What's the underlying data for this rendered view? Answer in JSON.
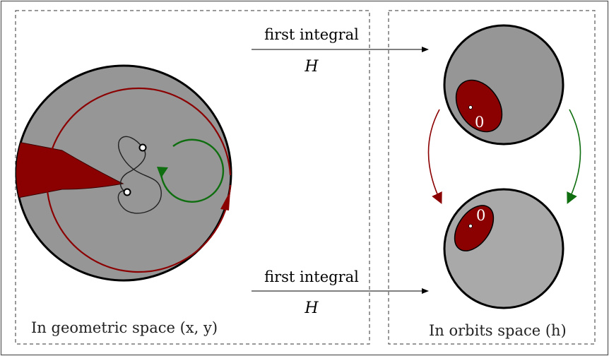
{
  "arrows": {
    "top": {
      "label": "first integral",
      "var": "H"
    },
    "bottom": {
      "label": "first integral",
      "var": "H"
    }
  },
  "captions": {
    "geometric": "In geometric space (x, y)",
    "orbits": "In orbits space (h)"
  },
  "orbit_labels": {
    "top_zero": "0",
    "bottom_zero": "0"
  },
  "colors": {
    "disk_gray": "#969696",
    "disk_light": "#a9a9a9",
    "dark_red": "#8b0000",
    "green": "#0f6e0f",
    "black": "#000000"
  }
}
